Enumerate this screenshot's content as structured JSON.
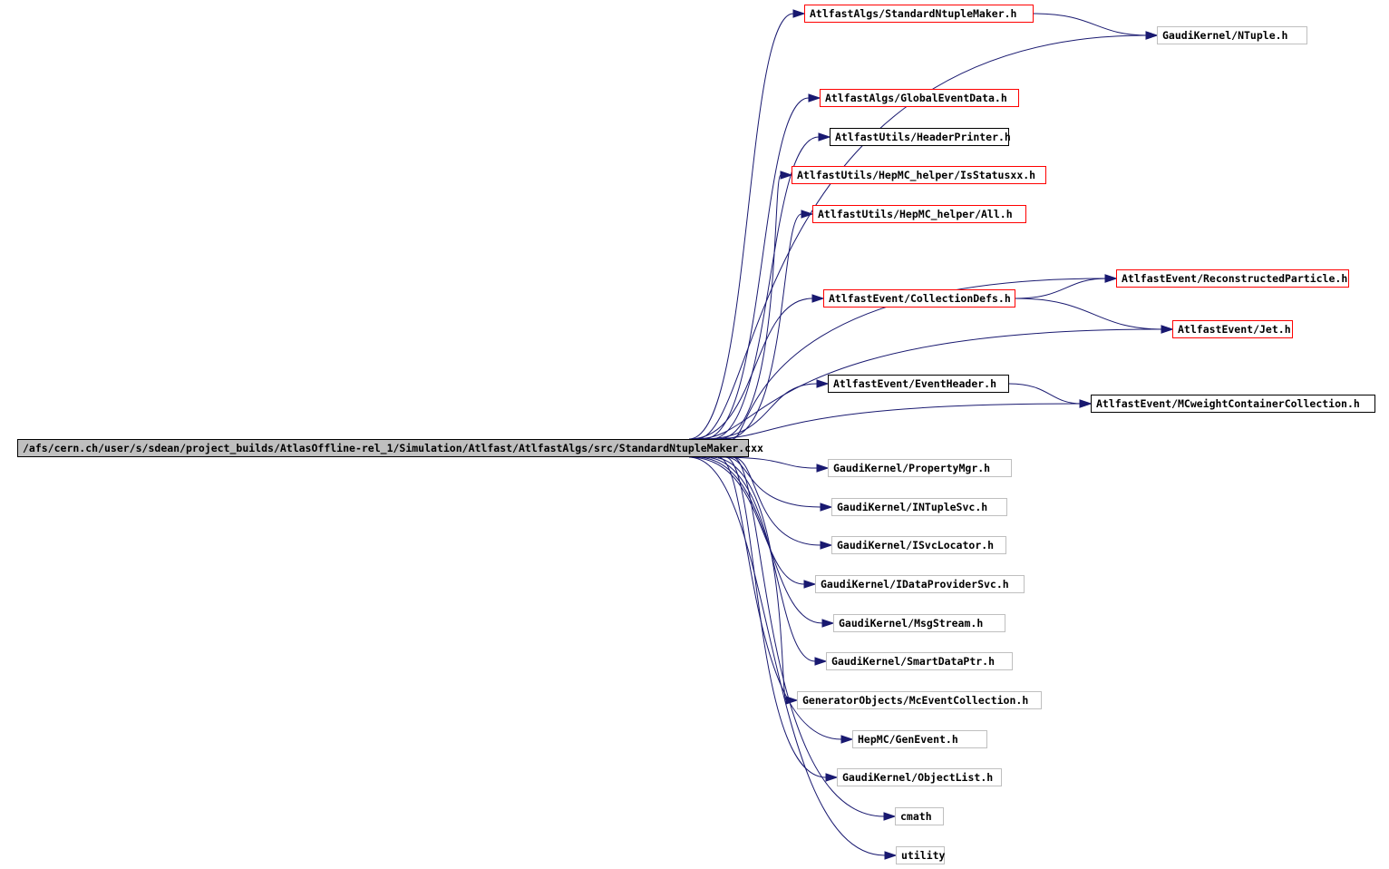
{
  "graph": {
    "root": {
      "id": "root",
      "label": "/afs/cern.ch/user/s/sdean/project_builds/AtlasOffline-rel_1/Simulation/Atlfast/AtlfastAlgs/src/StandardNtupleMaker.cxx",
      "style": "root"
    },
    "nodes": [
      {
        "id": "std_ntuple_maker_h",
        "label": "AtlfastAlgs/StandardNtupleMaker.h",
        "style": "red"
      },
      {
        "id": "ntuple_h",
        "label": "GaudiKernel/NTuple.h",
        "style": "gray"
      },
      {
        "id": "global_event_data_h",
        "label": "AtlfastAlgs/GlobalEventData.h",
        "style": "red"
      },
      {
        "id": "header_printer_h",
        "label": "AtlfastUtils/HeaderPrinter.h",
        "style": "black"
      },
      {
        "id": "is_statusxx_h",
        "label": "AtlfastUtils/HepMC_helper/IsStatusxx.h",
        "style": "red"
      },
      {
        "id": "hepmc_helper_all_h",
        "label": "AtlfastUtils/HepMC_helper/All.h",
        "style": "red"
      },
      {
        "id": "reconstructed_particle_h",
        "label": "AtlfastEvent/ReconstructedParticle.h",
        "style": "red"
      },
      {
        "id": "collection_defs_h",
        "label": "AtlfastEvent/CollectionDefs.h",
        "style": "red"
      },
      {
        "id": "jet_h",
        "label": "AtlfastEvent/Jet.h",
        "style": "red"
      },
      {
        "id": "event_header_h",
        "label": "AtlfastEvent/EventHeader.h",
        "style": "black"
      },
      {
        "id": "mcweight_h",
        "label": "AtlfastEvent/MCweightContainerCollection.h",
        "style": "black"
      },
      {
        "id": "property_mgr_h",
        "label": "GaudiKernel/PropertyMgr.h",
        "style": "gray"
      },
      {
        "id": "intuple_svc_h",
        "label": "GaudiKernel/INTupleSvc.h",
        "style": "gray"
      },
      {
        "id": "isvc_locator_h",
        "label": "GaudiKernel/ISvcLocator.h",
        "style": "gray"
      },
      {
        "id": "idata_provider_svc_h",
        "label": "GaudiKernel/IDataProviderSvc.h",
        "style": "gray"
      },
      {
        "id": "msg_stream_h",
        "label": "GaudiKernel/MsgStream.h",
        "style": "gray"
      },
      {
        "id": "smart_data_ptr_h",
        "label": "GaudiKernel/SmartDataPtr.h",
        "style": "gray"
      },
      {
        "id": "mc_event_collection_h",
        "label": "GeneratorObjects/McEventCollection.h",
        "style": "gray"
      },
      {
        "id": "gen_event_h",
        "label": "HepMC/GenEvent.h",
        "style": "gray"
      },
      {
        "id": "object_list_h",
        "label": "GaudiKernel/ObjectList.h",
        "style": "gray"
      },
      {
        "id": "cmath",
        "label": "cmath",
        "style": "gray"
      },
      {
        "id": "utility",
        "label": "utility",
        "style": "gray"
      }
    ],
    "edges": [
      [
        "root",
        "std_ntuple_maker_h"
      ],
      [
        "root",
        "ntuple_h"
      ],
      [
        "root",
        "global_event_data_h"
      ],
      [
        "root",
        "header_printer_h"
      ],
      [
        "root",
        "is_statusxx_h"
      ],
      [
        "root",
        "hepmc_helper_all_h"
      ],
      [
        "root",
        "reconstructed_particle_h"
      ],
      [
        "root",
        "collection_defs_h"
      ],
      [
        "root",
        "jet_h"
      ],
      [
        "root",
        "event_header_h"
      ],
      [
        "root",
        "mcweight_h"
      ],
      [
        "root",
        "property_mgr_h"
      ],
      [
        "root",
        "intuple_svc_h"
      ],
      [
        "root",
        "isvc_locator_h"
      ],
      [
        "root",
        "idata_provider_svc_h"
      ],
      [
        "root",
        "msg_stream_h"
      ],
      [
        "root",
        "smart_data_ptr_h"
      ],
      [
        "root",
        "mc_event_collection_h"
      ],
      [
        "root",
        "gen_event_h"
      ],
      [
        "root",
        "object_list_h"
      ],
      [
        "root",
        "cmath"
      ],
      [
        "root",
        "utility"
      ],
      [
        "std_ntuple_maker_h",
        "ntuple_h"
      ],
      [
        "collection_defs_h",
        "reconstructed_particle_h"
      ],
      [
        "collection_defs_h",
        "jet_h"
      ],
      [
        "event_header_h",
        "mcweight_h"
      ]
    ],
    "colors": {
      "edge": "#191970",
      "red_border": "#ff0000",
      "gray_border": "#bfbfbf",
      "black_border": "#000000",
      "root_fill": "#bfbfbf"
    }
  }
}
